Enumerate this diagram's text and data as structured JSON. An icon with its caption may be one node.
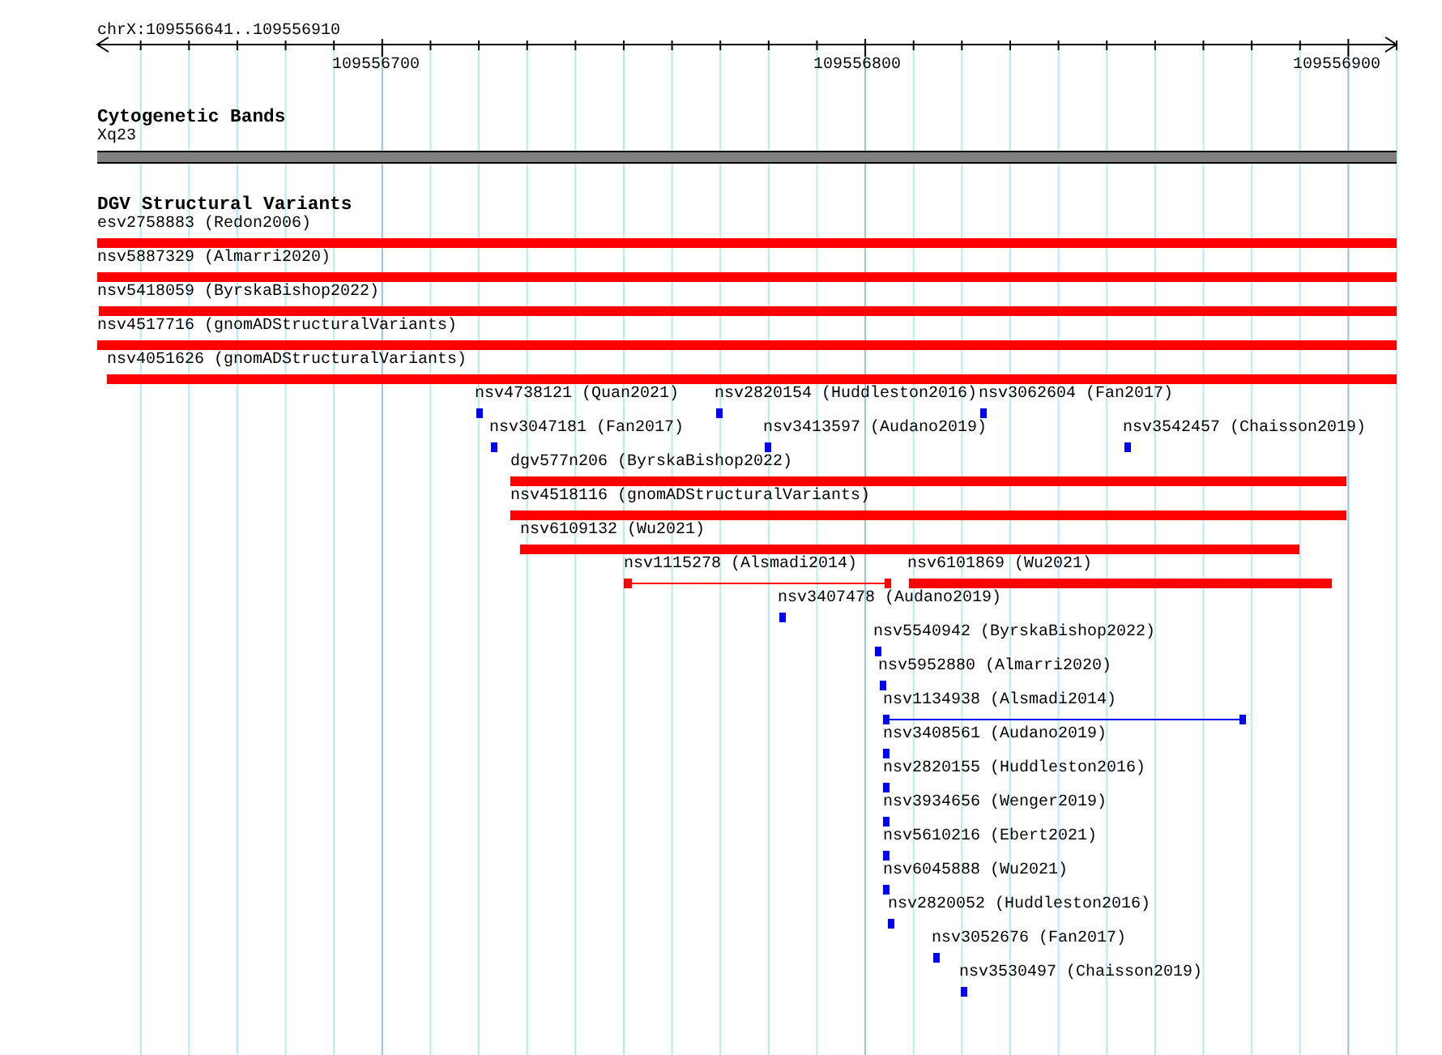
{
  "diagram": {
    "nodes": [
      {
        "text": [
          "Xq23"
        ]
      },
      {
        "text": [
          "esv2758883 (Redon2006)"
        ]
      },
      {
        "text": [
          "nsv5887329 (Almarri2020)"
        ]
      },
      {
        "text": [
          "nsv5418059 (ByrskaBishop2022)"
        ]
      },
      {
        "text": [
          "nsv4517716 (gnomADStructuralVariants)"
        ]
      },
      {
        "text": [
          "nsv4051626 (gnomADStructuralVariants)"
        ]
      },
      {
        "text": [
          "nsv4738121 (Quan2021)"
        ]
      },
      {
        "text": [
          "nsv2820154 (Huddleston2016)"
        ]
      },
      {
        "text": [
          "nsv3062604 (Fan2017)"
        ]
      },
      {
        "text": [
          "nsv3047181 (Fan2017)"
        ]
      },
      {
        "text": [
          "nsv3413597 (Audano2019)"
        ]
      },
      {
        "text": [
          "nsv3542457 (Chaisson2019)"
        ]
      },
      {
        "text": [
          "dgv577n206 (ByrskaBishop2022)"
        ]
      },
      {
        "text": [
          "nsv4518116 (gnomADStructuralVariants)"
        ]
      },
      {
        "text": [
          "nsv6109132 (Wu2021)"
        ]
      },
      {
        "text": [
          "nsv1115278 (Alsmadi2014)"
        ]
      },
      {
        "text": [
          "nsv6101869 (Wu2021)"
        ]
      },
      {
        "text": [
          "nsv3407478 (Audano2019)"
        ]
      },
      {
        "text": [
          "nsv5540942 (ByrskaBishop2022)"
        ]
      },
      {
        "text": [
          "nsv5952880 (Almarri2020)"
        ]
      },
      {
        "text": [
          "nsv1134938 (Alsmadi2014)"
        ]
      },
      {
        "text": [
          "nsv3408561 (Audano2019)"
        ]
      },
      {
        "text": [
          "nsv2820155 (Huddleston2016)"
        ]
      },
      {
        "text": [
          "nsv3934656 (Wenger2019)"
        ]
      },
      {
        "text": [
          "nsv5610216 (Ebert2021)"
        ]
      },
      {
        "text": [
          "nsv6045888 (Wu2021)"
        ]
      },
      {
        "text": [
          "nsv2820052 (Huddleston2016)"
        ]
      },
      {
        "text": [
          "nsv3052676 (Fan2017)"
        ]
      },
      {
        "text": [
          "nsv3530497 (Chaisson2019)"
        ]
      }
    ],
    "labels": [
      "chrX:109556641..109556910",
      "109556700",
      "109556800",
      "109556900",
      "Cytogenetic Bands",
      "DGV Structural Variants"
    ]
  }
}
